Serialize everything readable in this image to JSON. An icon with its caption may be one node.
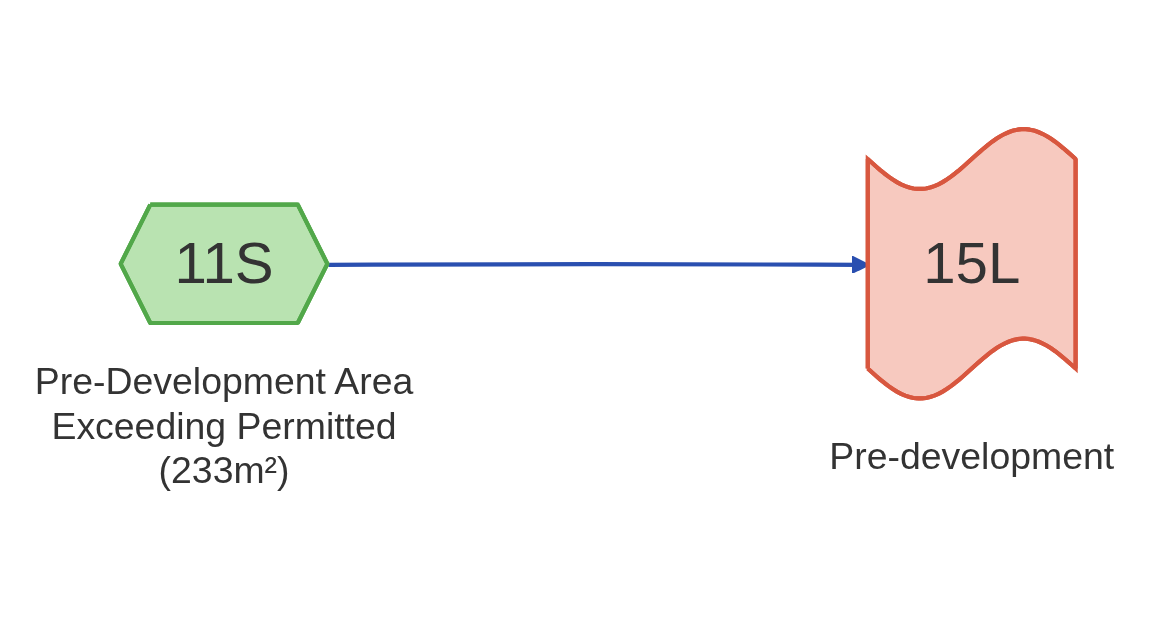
{
  "diagram": {
    "nodes": [
      {
        "text": [
          "11S"
        ],
        "beside": [
          "Pre-Development Area Exceeding Permitted (233m²)"
        ]
      },
      {
        "text": [
          "15L"
        ],
        "beside": [
          "Pre-development"
        ]
      }
    ],
    "edges": [
      {
        "from": 0,
        "to": 1,
        "arrow": "to",
        "color": "#2a4fb0"
      }
    ]
  }
}
